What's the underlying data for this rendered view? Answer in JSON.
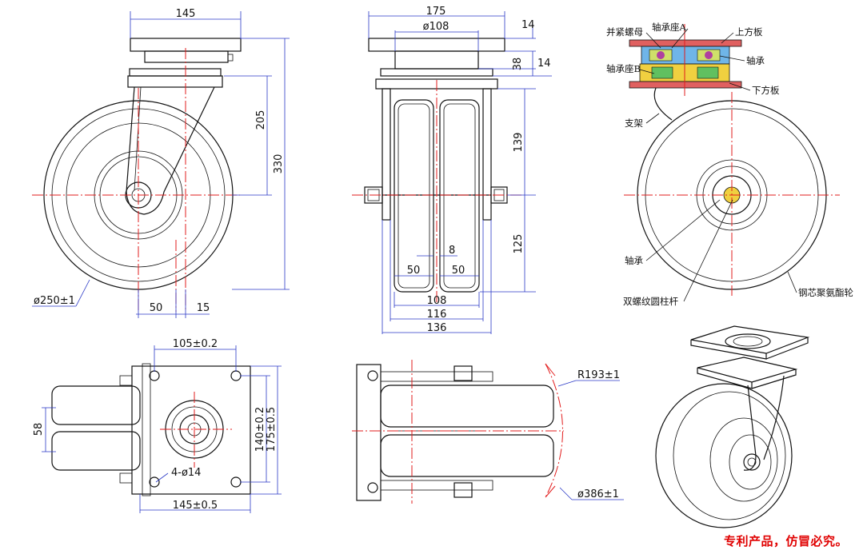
{
  "colors": {
    "outline": "#111111",
    "dimension": "#2a39c6",
    "centerline": "#e21c1c",
    "notice": "#e00000"
  },
  "front_view": {
    "dims": {
      "top_width": "145",
      "height_205": "205",
      "height_330": "330",
      "offset_50": "50",
      "offset_15": "15",
      "wheel_dia": "ø250±1"
    }
  },
  "side_view": {
    "dims": {
      "top_width": "175",
      "inner_dia": "ø108",
      "plate_14a": "14",
      "height_38": "38",
      "plate_14b": "14",
      "height_139": "139",
      "height_125": "125",
      "gap_8": "8",
      "wheel_50a": "50",
      "wheel_50b": "50",
      "width_108": "108",
      "width_116": "116",
      "width_136": "136"
    }
  },
  "section_view": {
    "labels": {
      "lock_nut": "并紧螺母",
      "bearing_seat_a": "轴承座A",
      "upper_plate": "上方板",
      "bearing": "轴承",
      "bearing_seat_b": "轴承座B",
      "lower_plate": "下方板",
      "bracket": "支架",
      "axle_bearing": "轴承",
      "double_thread_axle": "双螺纹圆柱杆",
      "wheel_material": "钢芯聚氨酯轮"
    }
  },
  "top_view": {
    "dims": {
      "hole_spacing_x": "105±0.2",
      "width_58": "58",
      "hole_spacing_y": "140±0.2",
      "plate_height": "175±0.5",
      "holes": "4-ø14",
      "plate_width": "145±0.5"
    }
  },
  "bottom_view": {
    "dims": {
      "radius": "R193±1",
      "sweep_dia": "ø386±1"
    }
  },
  "notice": "专利产品，仿冒必究。"
}
